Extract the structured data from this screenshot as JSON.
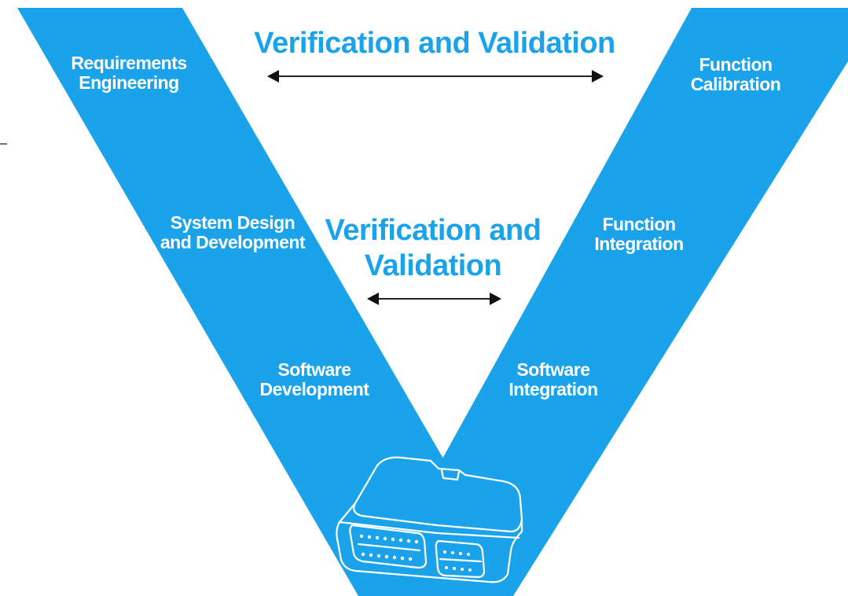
{
  "colors": {
    "v_band": "#1aa3ea",
    "label_text": "#ffffff",
    "vv_text": "#1aa3ea",
    "arrow": "#111111",
    "background": "#ffffff"
  },
  "left_stages": [
    {
      "line1": "Requirements",
      "line2": "Engineering"
    },
    {
      "line1": "System Design",
      "line2": "and Development"
    },
    {
      "line1": "Software",
      "line2": "Development"
    }
  ],
  "right_stages": [
    {
      "line1": "Function",
      "line2": "Calibration"
    },
    {
      "line1": "Function",
      "line2": "Integration"
    },
    {
      "line1": "Software",
      "line2": "Integration"
    }
  ],
  "vv_top": {
    "text": "Verification and Validation"
  },
  "vv_middle": {
    "line1": "Verification and",
    "line2": "Validation"
  },
  "icons": {
    "ecu": "ecu-control-unit-icon"
  }
}
